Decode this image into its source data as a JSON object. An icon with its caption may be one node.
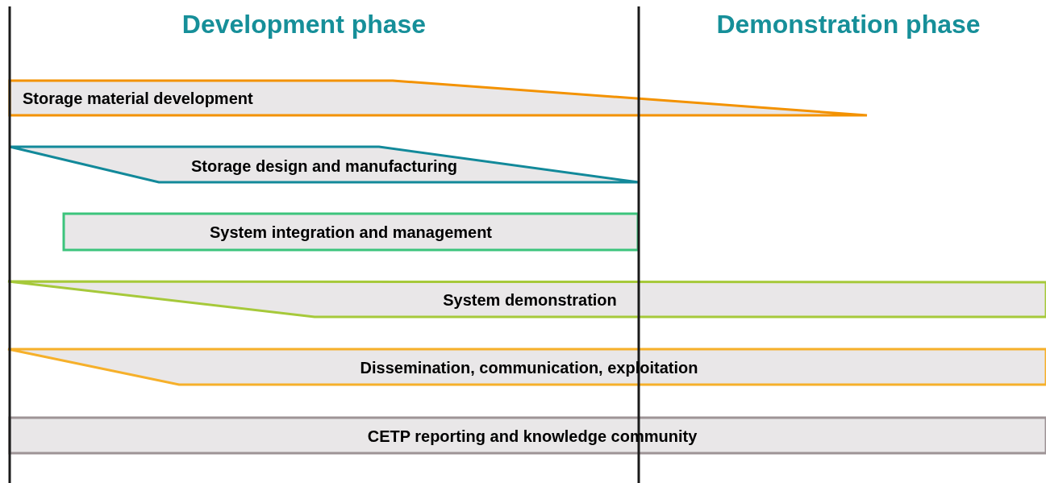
{
  "diagram": {
    "nodes": [
      {
        "text": [
          "Storage material development"
        ]
      },
      {
        "text": [
          "Storage design and manufacturing"
        ]
      },
      {
        "text": [
          "System integration and management"
        ]
      },
      {
        "text": [
          "System demonstration"
        ]
      },
      {
        "text": [
          "Dissemination, communication, exploitation"
        ]
      },
      {
        "text": [
          "CETP reporting and knowledge community"
        ]
      }
    ],
    "labels": [
      "Development phase",
      "Demonstration phase"
    ]
  }
}
